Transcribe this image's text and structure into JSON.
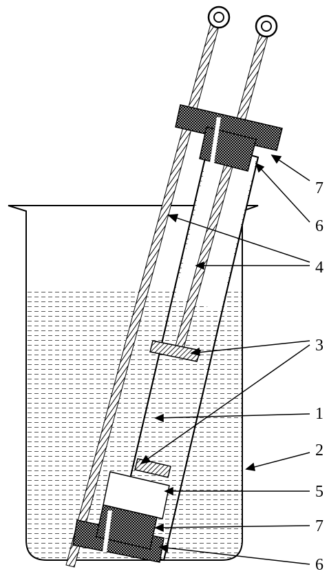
{
  "diagram": {
    "labels": [
      {
        "id": "label-7-top",
        "text": "7"
      },
      {
        "id": "label-6-top",
        "text": "6"
      },
      {
        "id": "label-4",
        "text": "4"
      },
      {
        "id": "label-3",
        "text": "3"
      },
      {
        "id": "label-1",
        "text": "1"
      },
      {
        "id": "label-2",
        "text": "2"
      },
      {
        "id": "label-5",
        "text": "5"
      },
      {
        "id": "label-7-bottom",
        "text": "7"
      },
      {
        "id": "label-6-bottom",
        "text": "6"
      }
    ],
    "colors": {
      "ink": "#000000",
      "liquid_dash": "#555555",
      "background": "#ffffff"
    }
  }
}
